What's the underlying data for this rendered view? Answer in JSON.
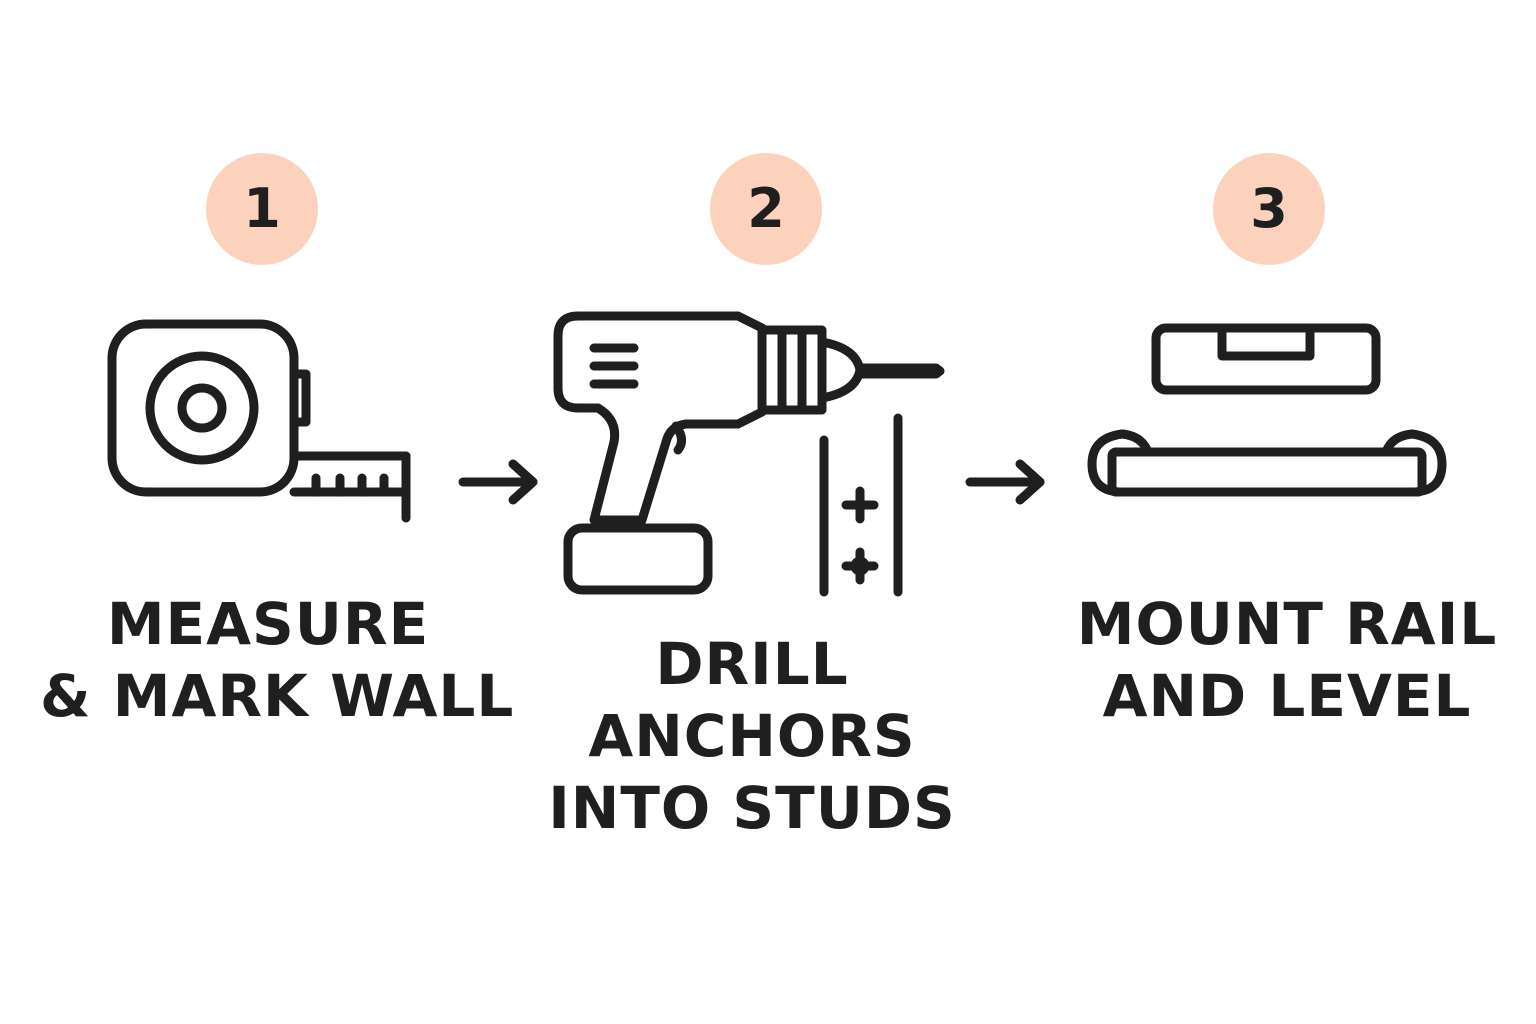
{
  "steps": [
    {
      "number": "1",
      "icon": "tape-measure-icon",
      "lines": [
        "MEASURE",
        "& MARK WALL"
      ]
    },
    {
      "number": "2",
      "icon": "drill-icon",
      "lines": [
        "DRILL",
        "ANCHORS",
        "INTO STUDS"
      ]
    },
    {
      "number": "3",
      "icon": "level-rail-icon",
      "lines": [
        "MOUNT RAIL",
        "AND LEVEL"
      ]
    }
  ],
  "colors": {
    "badge": "#fcd2bd",
    "ink": "#1f1f1f",
    "background": "#ffffff"
  }
}
